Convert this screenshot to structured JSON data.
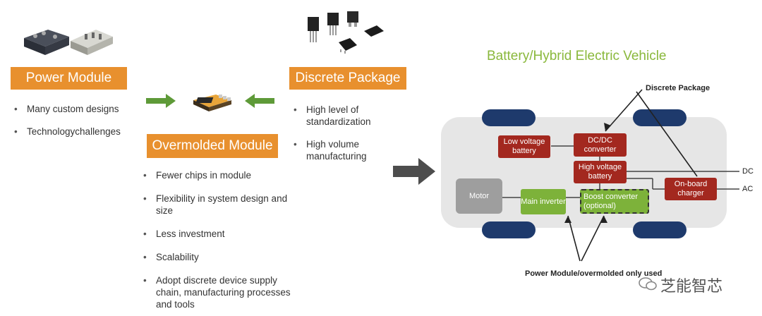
{
  "left": {
    "power_module": {
      "title": "Power Module",
      "bullets": [
        "Many custom designs",
        "Technologychallenges"
      ]
    },
    "discrete_package": {
      "title": "Discrete Package",
      "bullets": [
        "High level of standardization",
        "High volume manufacturing"
      ]
    },
    "overmolded_module": {
      "title": "Overmolded Module",
      "bullets": [
        "Fewer chips in module",
        "Flexibility in system design and size",
        "Less investment",
        "Scalability",
        "Adopt discrete device supply chain, manufacturing processes and tools"
      ]
    }
  },
  "right": {
    "title": "Battery/Hybrid Electric Vehicle",
    "discrete_label": "Discrete Package",
    "bottom_label": "Power Module/overmolded only used",
    "nodes": {
      "low_voltage": "Low voltage battery",
      "dcdc": "DC/DC converter",
      "high_voltage": "High voltage battery",
      "onboard": "On-board charger",
      "motor": "Motor",
      "main_inverter": "Main inverter",
      "boost": "Boost converter (optional)"
    },
    "dc_label": "DC",
    "ac_label": "AC"
  },
  "watermark": "芝能智芯",
  "colors": {
    "orange": "#e8902e",
    "green": "#8ab83c",
    "red": "#a3281f",
    "node_green": "#7db23a",
    "wheel": "#1e3a6c",
    "arrow_green": "#5e9a38"
  }
}
